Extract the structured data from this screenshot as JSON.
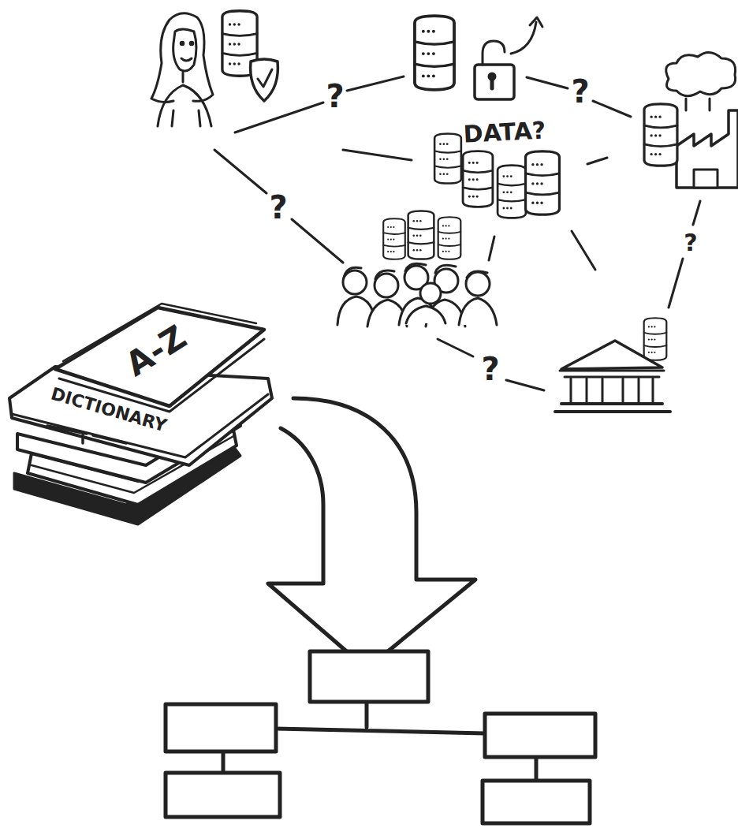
{
  "diagram": {
    "labels": [
      "?",
      "?",
      "DATA?",
      "?",
      "?",
      "A-Z",
      "?",
      "DICTIONARY"
    ]
  }
}
